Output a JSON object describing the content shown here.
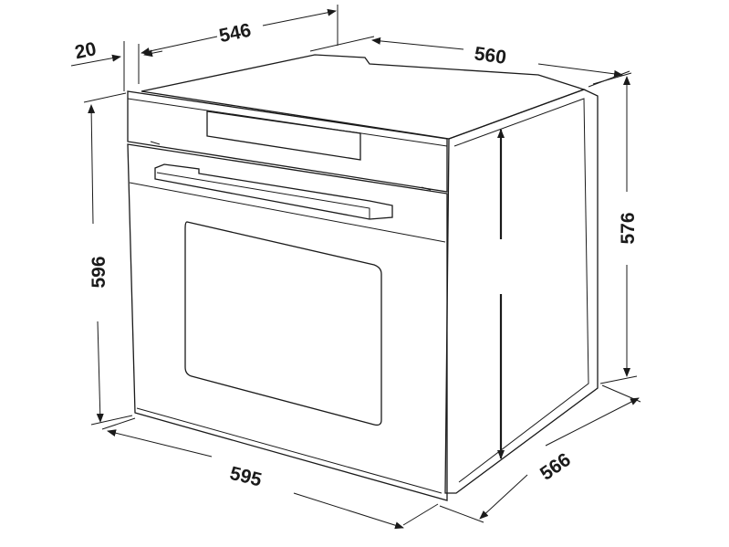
{
  "diagram": {
    "colors": {
      "outline": "#1a1a1a",
      "panel": "#e8e8e8",
      "side": "#a6a6a6",
      "window": "#a8a8a8",
      "display": "#a8a8a8",
      "background": "#ffffff"
    },
    "dimensions": {
      "top_width": "546",
      "top_depth": "560",
      "panel_thickness": "20",
      "front_height": "596",
      "body_height": "576",
      "front_width": "595",
      "body_depth": "566"
    }
  }
}
